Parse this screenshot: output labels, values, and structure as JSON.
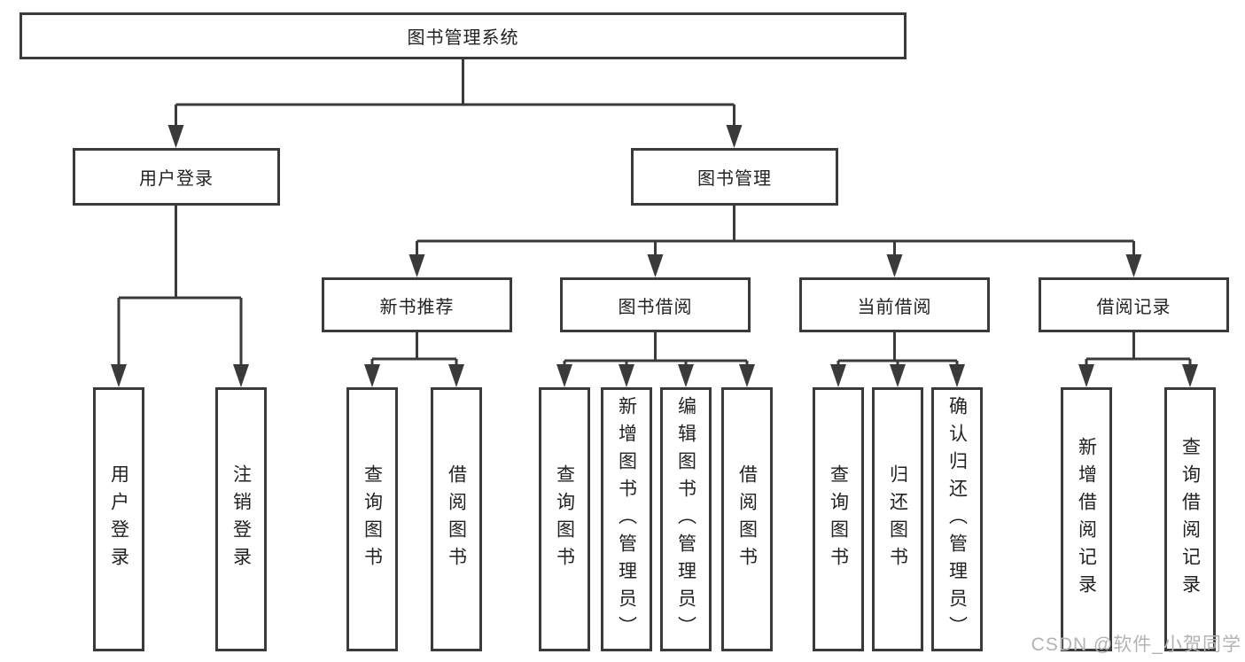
{
  "colors": {
    "line": "#3a3a3a",
    "text": "#222222",
    "background": "#ffffff",
    "watermark": "#b3b3b3"
  },
  "watermark": {
    "text": "CSDN @软件_小贺同学"
  },
  "tree": {
    "root": {
      "label": "图书管理系统"
    },
    "children": [
      {
        "label": "用户登录",
        "children": [
          {
            "label": "用户登录"
          },
          {
            "label": "注销登录"
          }
        ]
      },
      {
        "label": "图书管理",
        "children": [
          {
            "label": "新书推荐",
            "children": [
              {
                "label": "查询图书"
              },
              {
                "label": "借阅图书"
              }
            ]
          },
          {
            "label": "图书借阅",
            "children": [
              {
                "label": "查询图书"
              },
              {
                "label": "新增图书（管理员）"
              },
              {
                "label": "编辑图书（管理员）"
              },
              {
                "label": "借阅图书"
              }
            ]
          },
          {
            "label": "当前借阅",
            "children": [
              {
                "label": "查询图书"
              },
              {
                "label": "归还图书"
              },
              {
                "label": "确认归还（管理员）"
              }
            ]
          },
          {
            "label": "借阅记录",
            "children": [
              {
                "label": "新增借阅记录"
              },
              {
                "label": "查询借阅记录"
              }
            ]
          }
        ]
      }
    ]
  }
}
